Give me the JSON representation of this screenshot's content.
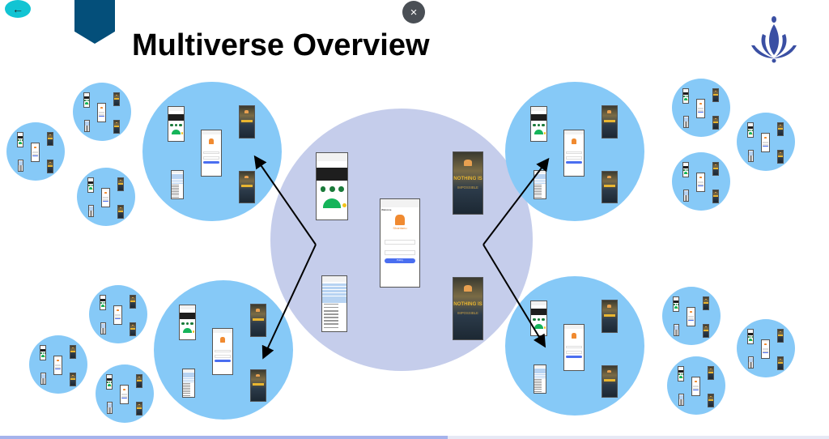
{
  "header": {
    "title": "Multiverse Overview",
    "back_icon": "arrow-left-icon",
    "close_label": "×",
    "logo_icon": "lotus-logo-icon"
  },
  "screens": {
    "login": {
      "welcome": "Welcome",
      "brand": "Shantanu",
      "button": "Policy"
    },
    "poster": {
      "line1": "NOTHING IS",
      "line2": "IMPOSSIBLE"
    }
  },
  "colors": {
    "center_circle": "#c5cdeb",
    "cluster_circle": "#86c9f7",
    "accent_dark": "#044f7a",
    "logo": "#3a4fa3",
    "back_button": "#12c4d3"
  },
  "progress": {
    "fraction": 0.54
  }
}
